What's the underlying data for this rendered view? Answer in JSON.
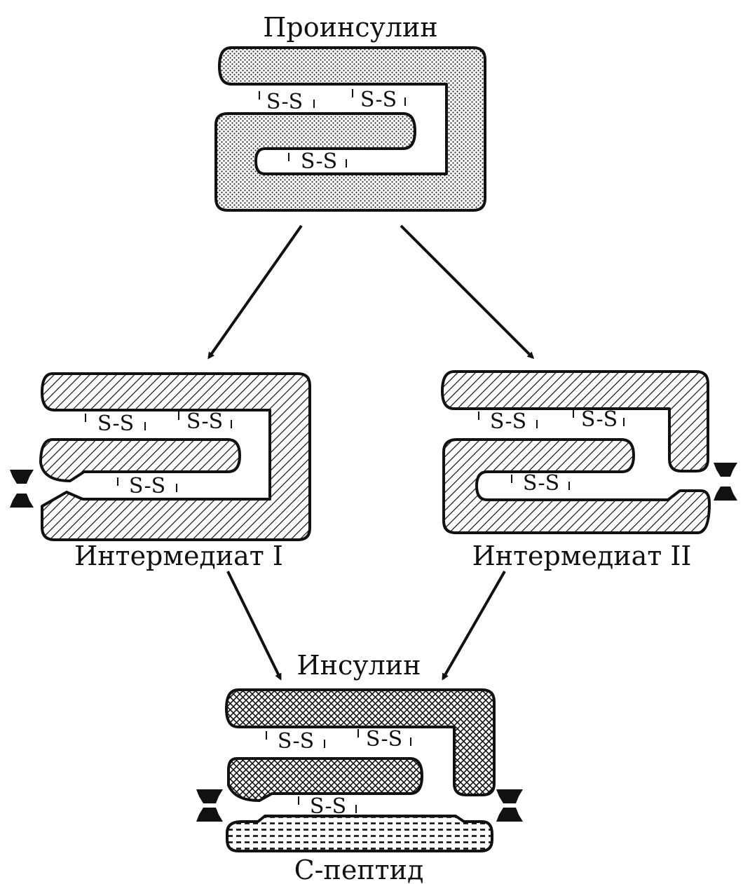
{
  "labels": {
    "proinsulin": "Проинсулин",
    "intermediate1": "Интермедиат I",
    "intermediate2": "Интермедиат II",
    "insulin": "Инсулин",
    "cpeptide": "С-пептид"
  },
  "disulfide": "S-S",
  "colors": {
    "ink": "#111111",
    "paper": "#ffffff"
  },
  "icons": [
    "cleavage-site-icon",
    "arrow-icon"
  ]
}
